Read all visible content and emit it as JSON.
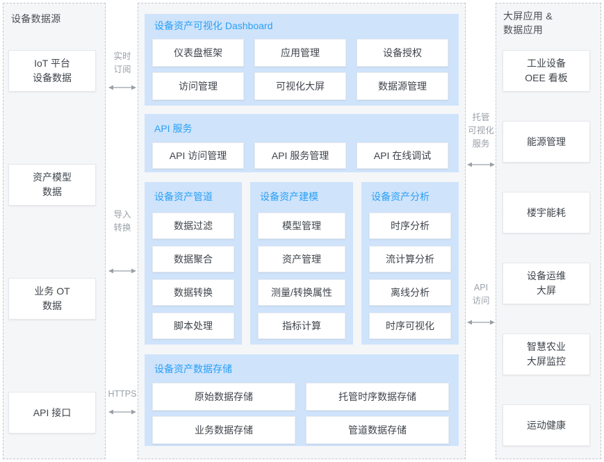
{
  "zones": {
    "left": {
      "title": "设备数据源"
    },
    "middle": {
      "title": ""
    },
    "right": {
      "title": "大屏应用 &\n数据应用"
    }
  },
  "left_sources": [
    {
      "label": "IoT 平台\n设备数据"
    },
    {
      "label": "资产模型\n数据"
    },
    {
      "label": "业务 OT\n数据"
    },
    {
      "label": "API 接口"
    }
  ],
  "connectors_left": [
    {
      "label": "实时\n订阅"
    },
    {
      "label": "导入\n转换"
    },
    {
      "label": "HTTPS"
    }
  ],
  "connectors_right": [
    {
      "label": "托管\n可视化\n服务"
    },
    {
      "label": "API\n访问"
    }
  ],
  "panels": {
    "dashboard": {
      "title": "设备资产可视化 Dashboard",
      "items": [
        "仪表盘框架",
        "应用管理",
        "设备授权",
        "访问管理",
        "可视化大屏",
        "数据源管理"
      ]
    },
    "api_service": {
      "title": "API 服务",
      "items": [
        "API 访问管理",
        "API 服务管理",
        "API 在线调试"
      ]
    },
    "pipeline": {
      "title": "设备资产管道",
      "items": [
        "数据过滤",
        "数据聚合",
        "数据转换",
        "脚本处理"
      ]
    },
    "modeling": {
      "title": "设备资产建模",
      "items": [
        "模型管理",
        "资产管理",
        "测量/转换属性",
        "指标计算"
      ]
    },
    "analysis": {
      "title": "设备资产分析",
      "items": [
        "时序分析",
        "流计算分析",
        "离线分析",
        "时序可视化"
      ]
    },
    "storage": {
      "title": "设备资产数据存储",
      "items": [
        "原始数据存储",
        "托管时序数据存储",
        "业务数据存储",
        "管道数据存储"
      ]
    }
  },
  "right_apps": [
    {
      "label": "工业设备\nOEE 看板"
    },
    {
      "label": "能源管理"
    },
    {
      "label": "楼宇能耗"
    },
    {
      "label": "设备运维\n大屏"
    },
    {
      "label": "智慧农业\n大屏监控"
    },
    {
      "label": "运动健康"
    }
  ],
  "colors": {
    "panel_bg": "#cfe3fb",
    "panel_title": "#29a0f5",
    "zone_bg": "#f5f6f8",
    "zone_border": "#c3c7cd",
    "card_text": "#3f444b",
    "connector_text": "#9aa0a8"
  }
}
